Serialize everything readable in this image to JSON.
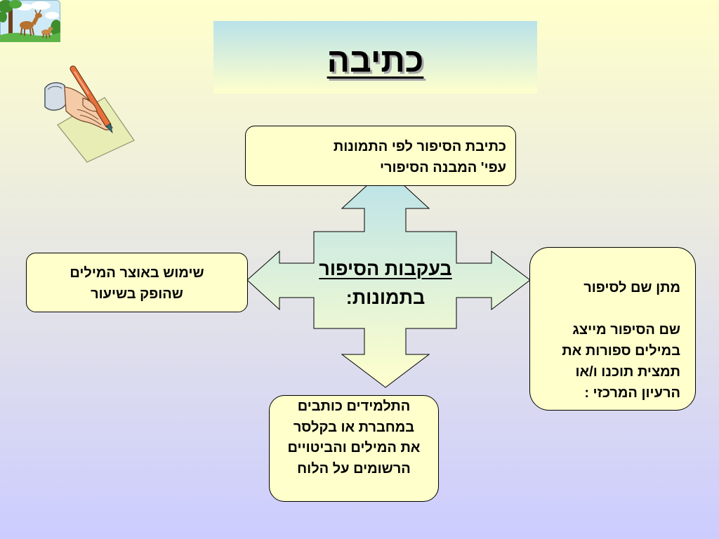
{
  "title": "כתיבה",
  "center_label": {
    "line1": "בעקבות הסיפור",
    "line2": "בתמונות:"
  },
  "boxes": {
    "top": {
      "lines": [
        "כתיבת הסיפור לפי התמונות",
        "עפי' המבנה הסיפורי"
      ]
    },
    "left": {
      "lines": [
        "שימוש באוצר המילים",
        "שהופק בשיעור"
      ]
    },
    "right": {
      "heading": "מתן שם לסיפור",
      "lines": [
        "שם הסיפור מייצג",
        "במילים ספורות את",
        "תמצית תוכנו ו/או",
        "הרעיון המרכזי :"
      ]
    },
    "bottom": {
      "lines": [
        "התלמידים כותבים",
        "במחברת או בקלסר",
        "את המילים והביטויים",
        "הרשומים על הלוח"
      ]
    }
  },
  "icons": {
    "corner_clipart": "deer-clipart-icon",
    "writing_clipart": "hand-writing-icon"
  },
  "colors": {
    "background_top": "#FFFFCC",
    "background_bottom": "#CCCCFF",
    "box_fill": "#FFFFCC",
    "gradient_blue": "#B9E2E9",
    "gradient_yellow": "#FFFFCC",
    "outline": "#000000",
    "title_shadow": "#A6A6A6"
  }
}
